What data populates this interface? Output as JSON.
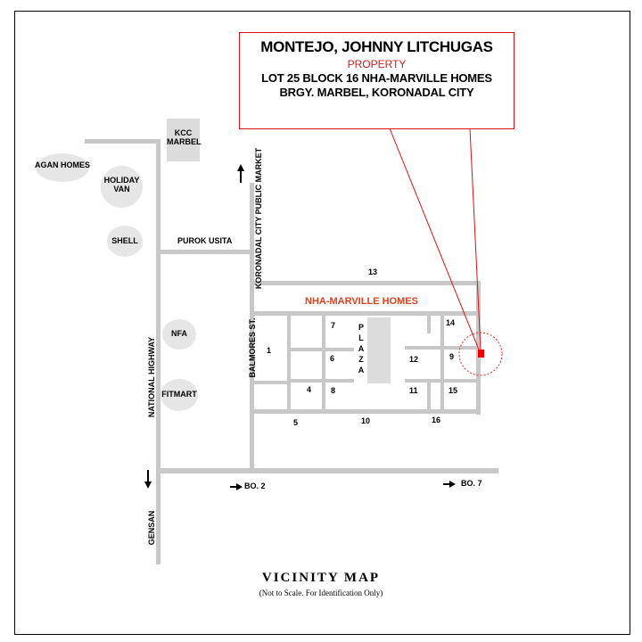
{
  "property": {
    "owner": "MONTEJO, JOHNNY LITCHUGAS",
    "type": "PROPERTY",
    "lot": "LOT 25 BLOCK 16 NHA-MARVILLE HOMES",
    "location": "BRGY. MARBEL, KORONADAL CITY"
  },
  "landmarks": {
    "kcc": "KCC\nMARBEL",
    "agan": "AGAN HOMES",
    "holiday": "HOLIDAY\nVAN",
    "shell": "SHELL",
    "nfa": "NFA",
    "fitmart": "FITMART"
  },
  "roads": {
    "purok_usita": "PUROK USITA",
    "public_market": "KORONADAL CITY PUBLIC MARKET",
    "balmores": "BALMORES ST.",
    "national_highway": "NATIONAL HIGHWAY",
    "gensan": "GENSAN",
    "bo2": "BO. 2",
    "bo7": "BO. 7"
  },
  "subdivision": {
    "name": "NHA-MARVILLE HOMES",
    "plaza_letters": [
      "P",
      "L",
      "A",
      "Z",
      "A"
    ],
    "blocks": [
      "13",
      "14",
      "7",
      "1",
      "6",
      "12",
      "9",
      "4",
      "8",
      "11",
      "15",
      "5",
      "10",
      "16"
    ]
  },
  "footer": {
    "title": "VICINITY MAP",
    "subtitle": "(Not to Scale. For Identification Only)"
  },
  "colors": {
    "road": "#c8c8c8",
    "landmark": "#e6e6e6",
    "callout_border": "#dd1111",
    "marker": "#ee0000",
    "subdivision_label": "#e0401c"
  }
}
